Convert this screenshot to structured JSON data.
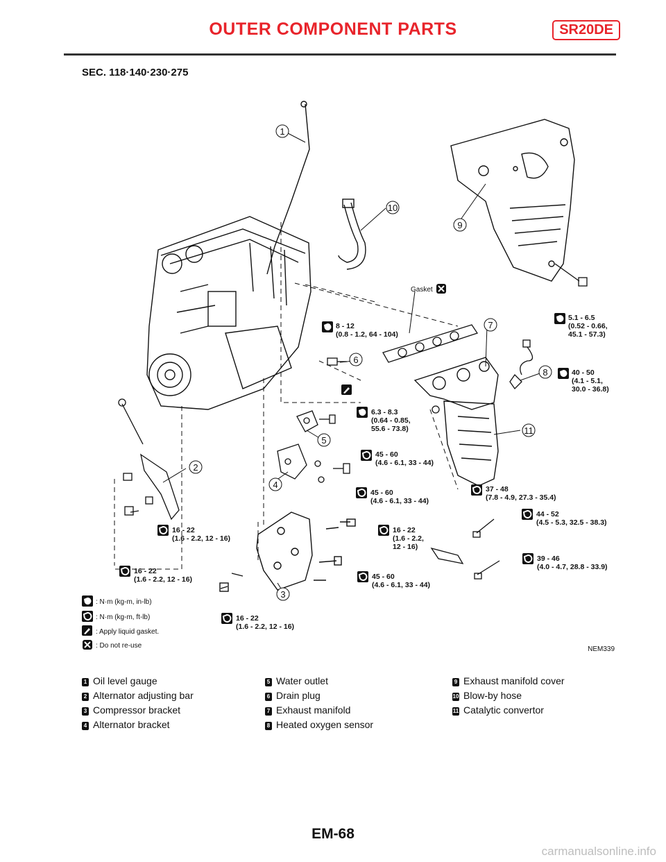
{
  "header": {
    "title": "OUTER COMPONENT PARTS",
    "engine": "SR20DE"
  },
  "section_code": "SEC. 118·140·230·275",
  "callouts": [
    "1",
    "2",
    "3",
    "4",
    "5",
    "6",
    "7",
    "8",
    "9",
    "10",
    "11"
  ],
  "torque_specs": {
    "t_8_12": [
      "8 - 12",
      "(0.8 - 1.2, 64 - 104)"
    ],
    "t_5_1": [
      "5.1 - 6.5",
      "(0.52 - 0.66,",
      "45.1 - 57.3)"
    ],
    "t_40_50": [
      "40 - 50",
      "(4.1 - 5.1,",
      "30.0 - 36.8)"
    ],
    "t_6_3": [
      "6.3 - 8.3",
      "(0.64 - 0.85,",
      "55.6 - 73.8)"
    ],
    "t_45_60_a": [
      "45 - 60",
      "(4.6 - 6.1, 33 - 44)"
    ],
    "t_45_60_b": [
      "45 - 60",
      "(4.6 - 6.1, 33 - 44)"
    ],
    "t_37_48": [
      "37 - 48",
      "(7.8 - 4.9, 27.3 - 35.4)"
    ],
    "t_44_52": [
      "44 - 52",
      "(4.5 - 5.3, 32.5 - 38.3)"
    ],
    "t_16_22_a": [
      "16 - 22",
      "(1.6 - 2.2, 12 - 16)"
    ],
    "t_16_22_b": [
      "16 - 22",
      "(1.6 - 2.2,",
      "12 - 16)"
    ],
    "t_39_46": [
      "39 - 46",
      "(4.0 - 4.7, 28.8 - 33.9)"
    ],
    "t_16_22_c": [
      "16 - 22",
      "(1.6 - 2.2, 12 - 16)"
    ],
    "t_45_60_c": [
      "45 - 60",
      "(4.6 - 6.1, 33 - 44)"
    ],
    "t_16_22_d": [
      "16 - 22",
      "(1.6 - 2.2, 12 - 16)"
    ]
  },
  "gasket_label": "Gasket",
  "legend": {
    "in_lb": ": N·m (kg-m, in-lb)",
    "ft_lb": ": N·m (kg-m, ft-lb)",
    "liquid_gasket": ": Apply liquid gasket.",
    "no_reuse": ": Do not re-use"
  },
  "figure_code": "NEM339",
  "parts": [
    {
      "num": "1",
      "name": "Oil level gauge"
    },
    {
      "num": "2",
      "name": "Alternator adjusting bar"
    },
    {
      "num": "3",
      "name": "Compressor bracket"
    },
    {
      "num": "4",
      "name": "Alternator bracket"
    },
    {
      "num": "5",
      "name": "Water outlet"
    },
    {
      "num": "6",
      "name": "Drain plug"
    },
    {
      "num": "7",
      "name": "Exhaust manifold"
    },
    {
      "num": "8",
      "name": "Heated oxygen sensor"
    },
    {
      "num": "9",
      "name": "Exhaust manifold cover"
    },
    {
      "num": "10",
      "name": "Blow-by hose"
    },
    {
      "num": "11",
      "name": "Catalytic convertor"
    }
  ],
  "page_number": "EM-68",
  "watermark": "carmanualsonline.info"
}
